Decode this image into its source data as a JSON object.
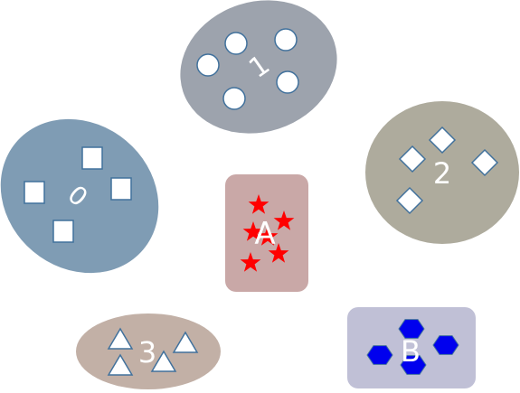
{
  "groups": [
    {
      "id": "group-1",
      "label": "1",
      "shape_kind": "circle",
      "shape_count": 5,
      "container_color": "#9da3ad"
    },
    {
      "id": "group-0",
      "label": "0",
      "shape_kind": "square",
      "shape_count": 4,
      "container_color": "#7f9cb4"
    },
    {
      "id": "group-2",
      "label": "2",
      "shape_kind": "diamond",
      "shape_count": 4,
      "container_color": "#aeab9d"
    },
    {
      "id": "group-a",
      "label": "A",
      "shape_kind": "star",
      "shape_count": 6,
      "container_color": "#c9a8a7",
      "shape_color": "#ff0000"
    },
    {
      "id": "group-3",
      "label": "3",
      "shape_kind": "triangle",
      "shape_count": 4,
      "container_color": "#c2b0a6"
    },
    {
      "id": "group-b",
      "label": "B",
      "shape_kind": "hexagon",
      "shape_count": 4,
      "container_color": "#c0c0d6",
      "shape_color": "#0000ee"
    }
  ],
  "colors": {
    "shape_fill": "#ffffff",
    "shape_stroke": "#41719c",
    "label": "#ffffff"
  }
}
